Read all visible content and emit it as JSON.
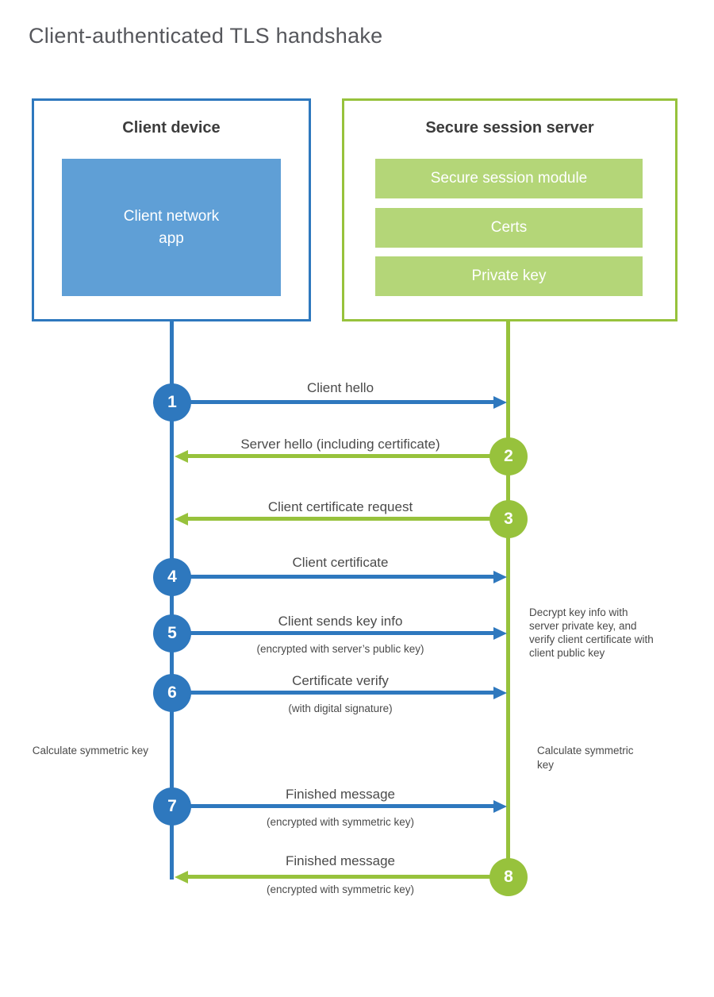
{
  "title": "Client-authenticated TLS handshake",
  "colors": {
    "blue": "#2E78BE",
    "blue_fill": "#5F9FD6",
    "green": "#97C23C",
    "green_fill": "#B4D678",
    "title_text": "#56575C",
    "heading_text": "#3C3C3C",
    "label_text": "#4B4B4B",
    "note_text": "#4A4A4A"
  },
  "client": {
    "heading": "Client device",
    "app_lines": [
      "Client network",
      "app"
    ]
  },
  "server": {
    "heading": "Secure session server",
    "modules": [
      "Secure session module",
      "Certs",
      "Private key"
    ]
  },
  "steps": [
    {
      "num": "1",
      "label": "Client hello",
      "sub": "",
      "direction": "client-to-server"
    },
    {
      "num": "2",
      "label": "Server hello (including certificate)",
      "sub": "",
      "direction": "server-to-client"
    },
    {
      "num": "3",
      "label": "Client certificate request",
      "sub": "",
      "direction": "server-to-client"
    },
    {
      "num": "4",
      "label": "Client certificate",
      "sub": "",
      "direction": "client-to-server"
    },
    {
      "num": "5",
      "label": "Client sends key info",
      "sub": "(encrypted with server’s public key)",
      "direction": "client-to-server"
    },
    {
      "num": "6",
      "label": "Certificate verify",
      "sub": "(with digital signature)",
      "direction": "client-to-server"
    },
    {
      "num": "7",
      "label": "Finished message",
      "sub": "(encrypted with symmetric key)",
      "direction": "client-to-server"
    },
    {
      "num": "8",
      "label": "Finished message",
      "sub": "(encrypted with symmetric key)",
      "direction": "server-to-client"
    }
  ],
  "annotations": {
    "decrypt_note": "Decrypt key info with server private key, and verify client certificate with client public key",
    "calc_left": "Calculate symmetric key",
    "calc_right": "Calculate symmetric key"
  }
}
